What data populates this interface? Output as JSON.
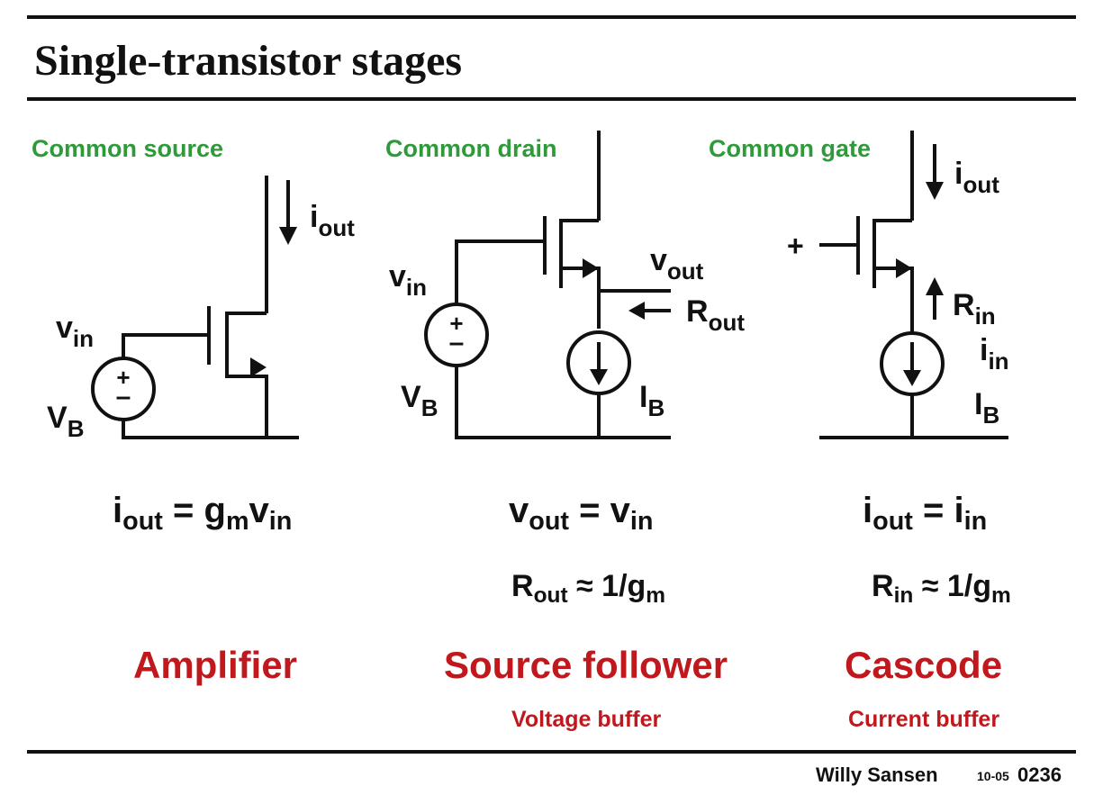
{
  "title": "Single-transistor stages",
  "columns": [
    {
      "heading": "Common source",
      "labels": {
        "iout": "i",
        "iout_sub": "out",
        "vin": "v",
        "vin_sub": "in",
        "vb": "V",
        "vb_sub": "B"
      },
      "equation": {
        "lhs": "i",
        "lhs_sub": "out",
        "eq": " = ",
        "g": "g",
        "g_sub": "m",
        "v": "v",
        "v_sub": "in"
      },
      "name": "Amplifier",
      "description": ""
    },
    {
      "heading": "Common drain",
      "labels": {
        "vin": "v",
        "vin_sub": "in",
        "vb": "V",
        "vb_sub": "B",
        "vout": "v",
        "vout_sub": "out",
        "rout": "R",
        "rout_sub": "out",
        "ib": "I",
        "ib_sub": "B"
      },
      "equation": {
        "lhs": "v",
        "lhs_sub": "out",
        "eq": " = ",
        "rhs": "v",
        "rhs_sub": "in"
      },
      "equation2": {
        "lhs": "R",
        "lhs_sub": "out",
        "rest": " ≈ 1/g",
        "rest_sub": "m"
      },
      "name": "Source follower",
      "description": "Voltage buffer"
    },
    {
      "heading": "Common gate",
      "labels": {
        "plus": "+",
        "iout": "i",
        "iout_sub": "out",
        "rin": "R",
        "rin_sub": "in",
        "iin": "i",
        "iin_sub": "in",
        "ib": "I",
        "ib_sub": "B"
      },
      "equation": {
        "lhs": "i",
        "lhs_sub": "out",
        "eq": " = ",
        "rhs": "i",
        "rhs_sub": "in"
      },
      "equation2": {
        "lhs": "R",
        "lhs_sub": "in",
        "rest": " ≈ 1/g",
        "rest_sub": "m"
      },
      "name": "Cascode",
      "description": "Current buffer"
    }
  ],
  "footer": {
    "author": "Willy Sansen",
    "date": "10-05",
    "page": "0236"
  },
  "colors": {
    "heading": "#2f9a3a",
    "name": "#c0181d",
    "ink": "#111111"
  }
}
